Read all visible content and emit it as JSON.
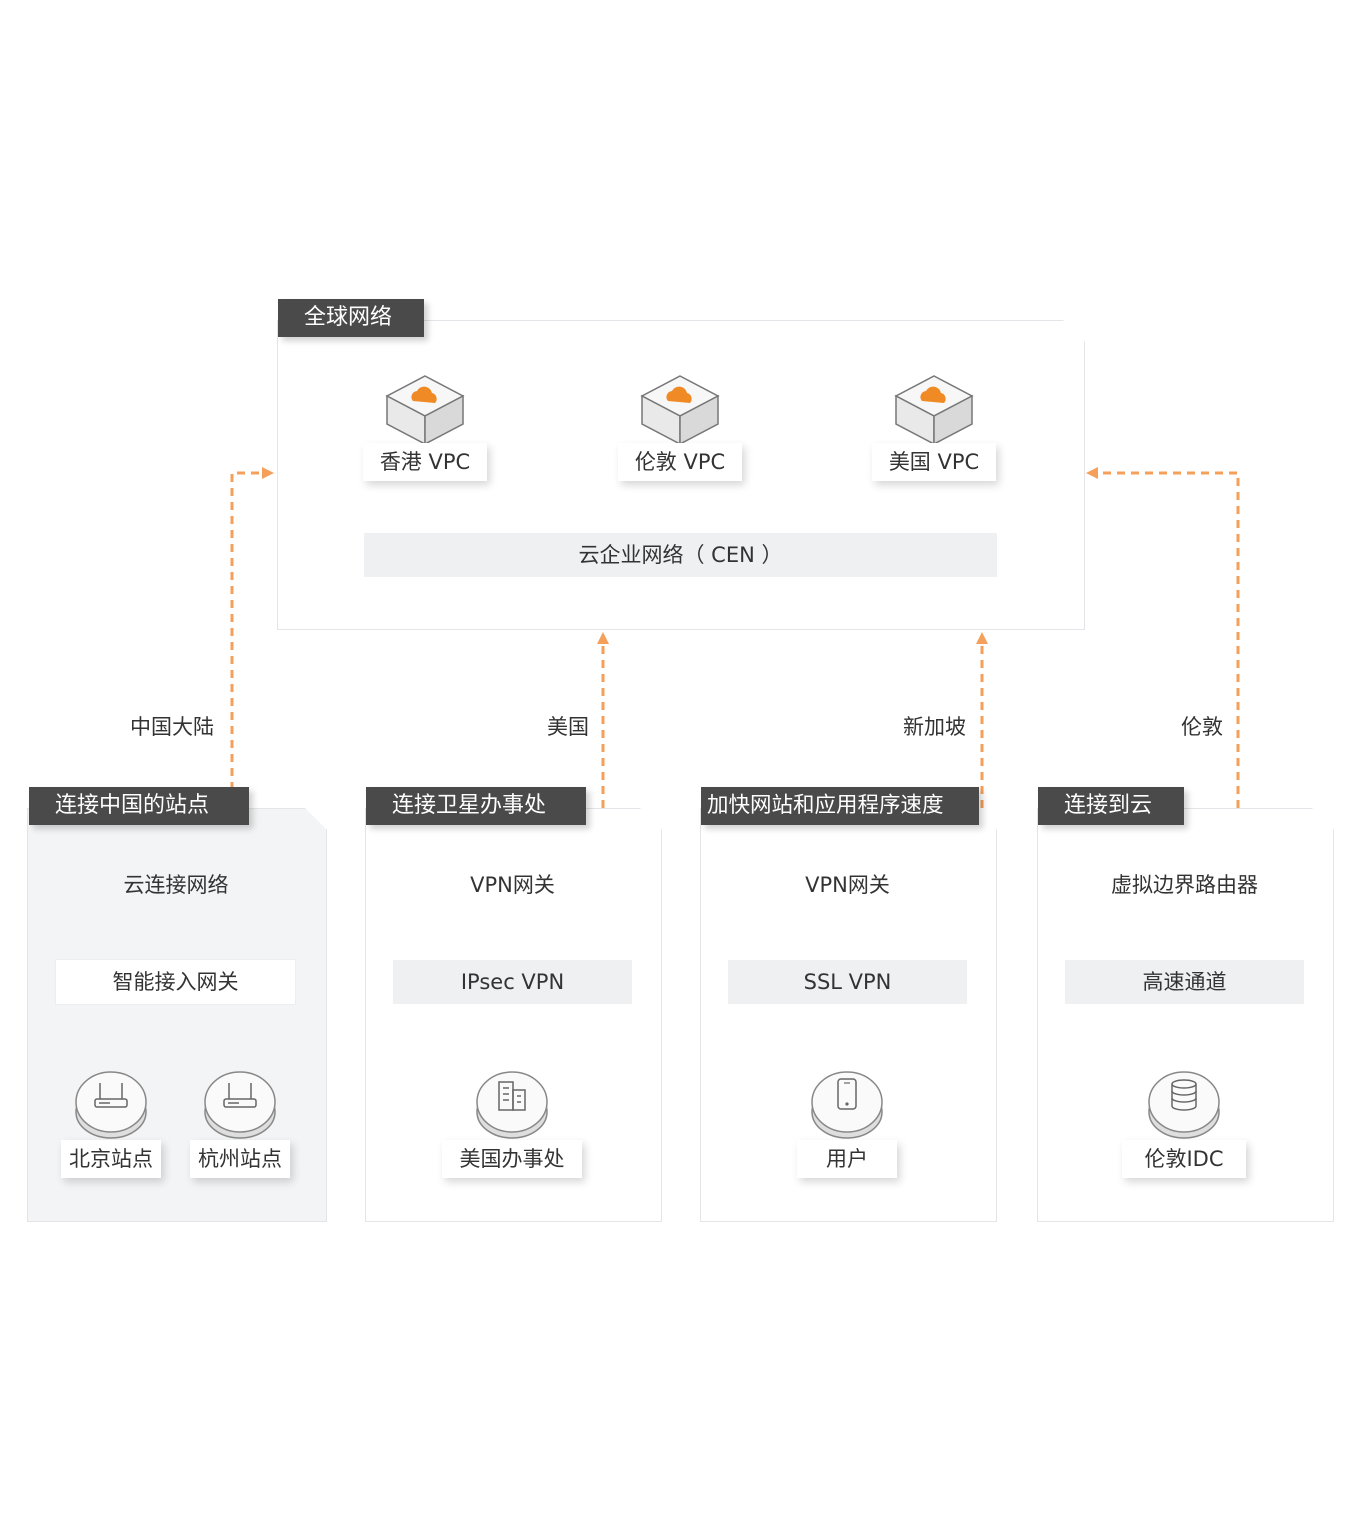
{
  "global": {
    "title": "全球网络",
    "vpcs": [
      "香港 VPC",
      "伦敦 VPC",
      "美国 VPC"
    ],
    "cen_label": "云企业网络（ CEN ）"
  },
  "links": {
    "china": "中国大陆",
    "us": "美国",
    "singapore": "新加坡",
    "london": "伦敦"
  },
  "panels": [
    {
      "title": "连接中国的站点",
      "top_label": "云连接网络",
      "middle_label": "智能接入网关",
      "endpoints": [
        "北京站点",
        "杭州站点"
      ]
    },
    {
      "title": "连接卫星办事处",
      "top_label": "VPN网关",
      "middle_label": "IPsec VPN",
      "endpoints": [
        "美国办事处"
      ]
    },
    {
      "title": "加快网站和应用程序速度",
      "top_label": "VPN网关",
      "middle_label": "SSL VPN",
      "endpoints": [
        "用户"
      ]
    },
    {
      "title": "连接到云",
      "top_label": "虚拟边界路由器",
      "middle_label": "高速通道",
      "endpoints": [
        "伦敦IDC"
      ]
    }
  ],
  "colors": {
    "accent": "#f5a05a",
    "tab_bg": "#4a4a4a",
    "bar_bg": "#eef0f2",
    "panel_gray": "#f2f4f5"
  },
  "icons": [
    "cloud-vpc-icon",
    "router-icon",
    "building-icon",
    "phone-icon",
    "database-icon"
  ]
}
